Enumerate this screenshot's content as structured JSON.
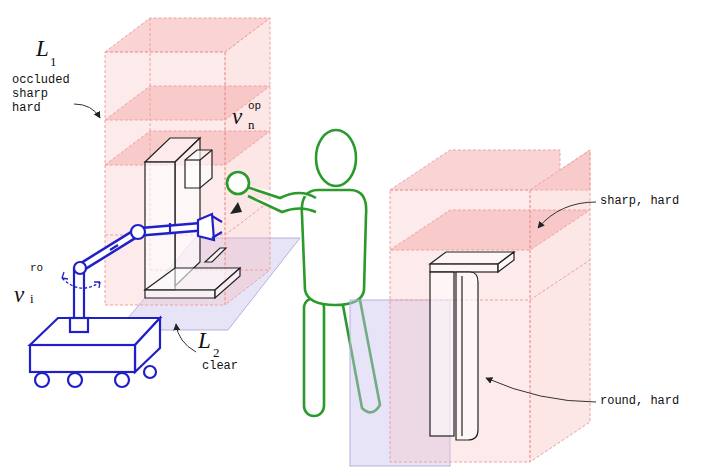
{
  "diagram": {
    "labels": [
      "L",
      "1",
      "occluded sharp hard",
      "v",
      "op",
      "n",
      "v",
      "ro",
      "i",
      "L",
      "2",
      "clear",
      "sharp, hard",
      "round, hard"
    ]
  }
}
